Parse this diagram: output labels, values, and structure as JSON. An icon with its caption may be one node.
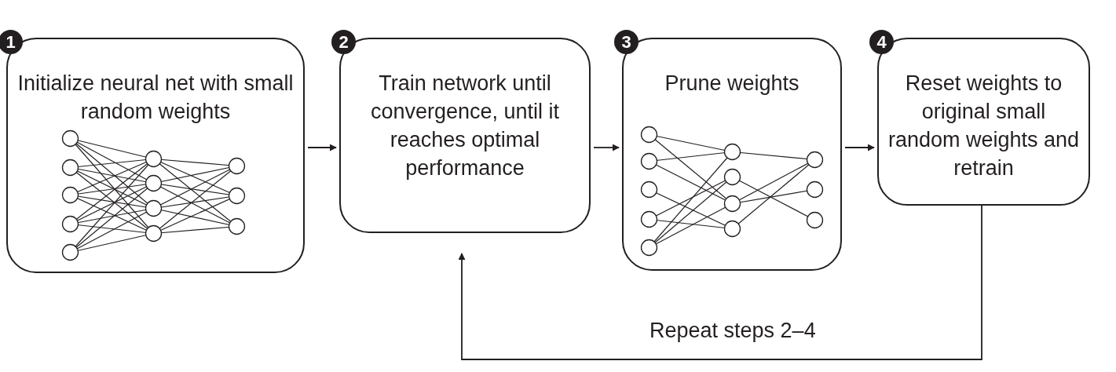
{
  "diagram": {
    "nodes": [
      {
        "text": [
          "1",
          "Initialize neural net with small random weights"
        ]
      },
      {
        "text": [
          "2",
          "Train network until convergence, until it reaches optimal performance"
        ]
      },
      {
        "text": [
          "3",
          "Prune weights"
        ]
      },
      {
        "text": [
          "4",
          "Reset weights to original small random weights and retrain"
        ]
      }
    ],
    "edges": [
      {
        "from": 0,
        "to": 1,
        "arrow": "to"
      },
      {
        "from": 1,
        "to": 2,
        "arrow": "to"
      },
      {
        "from": 2,
        "to": 3,
        "arrow": "to"
      },
      {
        "from": 3,
        "to": 1,
        "arrow": "to",
        "label": "Repeat steps 2–4"
      }
    ]
  }
}
